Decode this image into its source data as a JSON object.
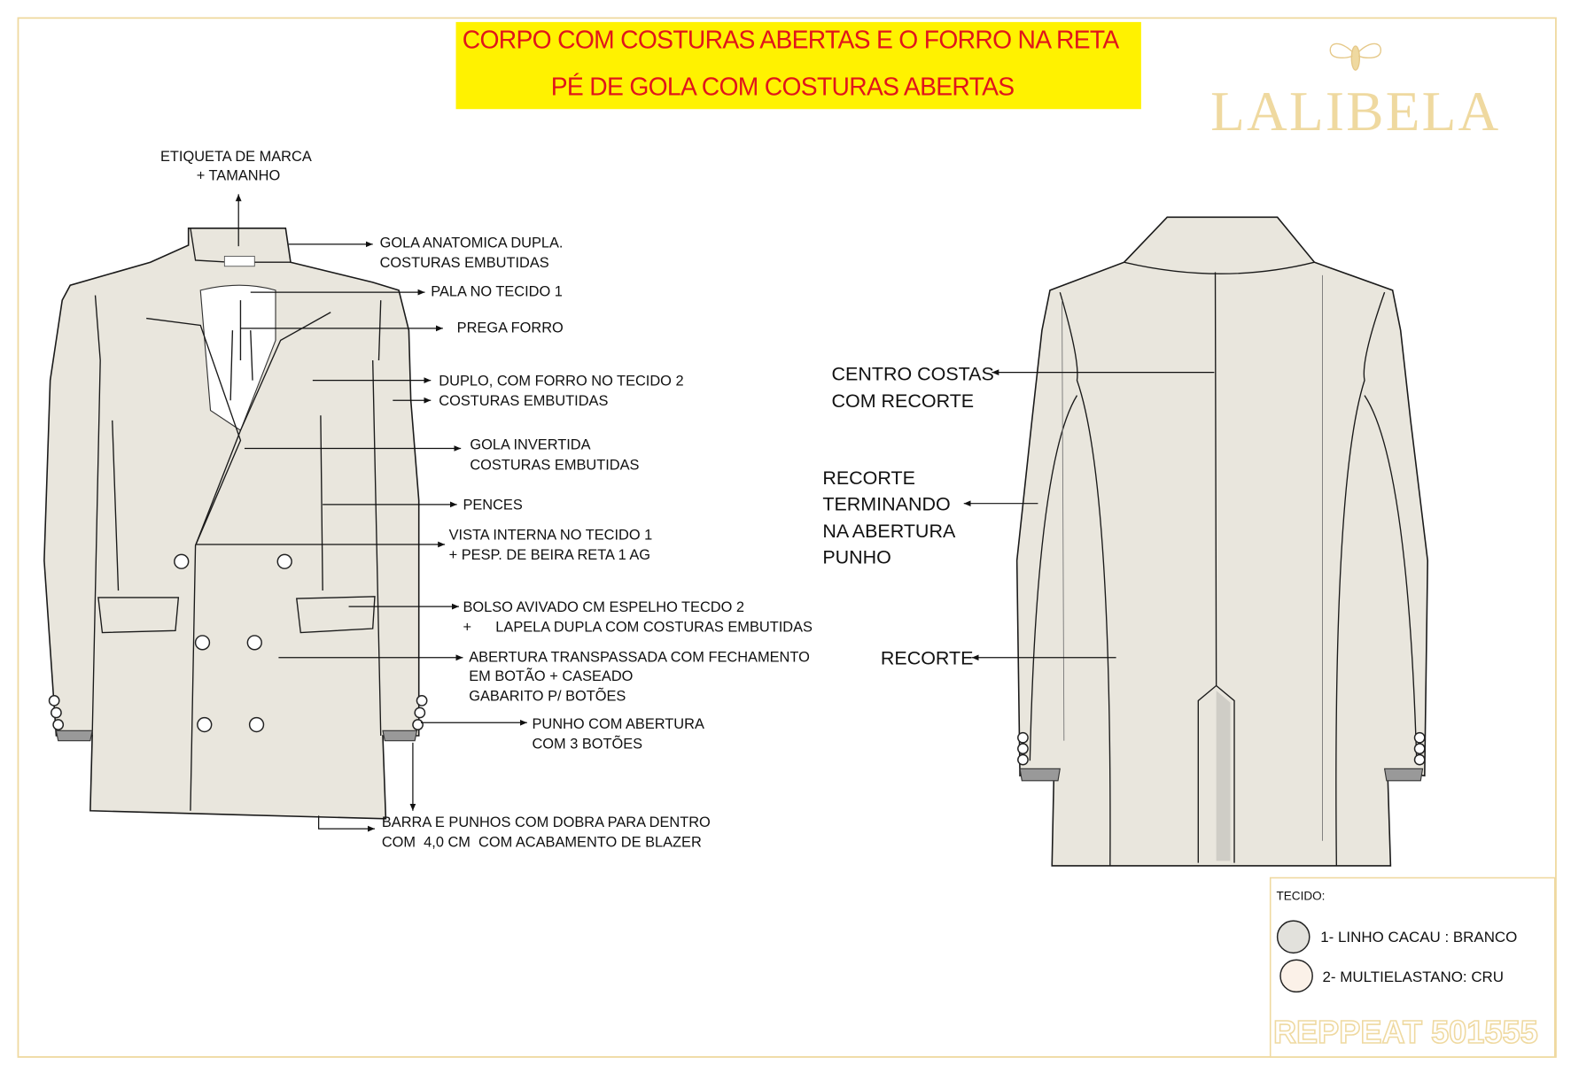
{
  "banner": {
    "line1": "CORPO COM COSTURAS ABERTAS E O FORRO NA RETA",
    "line2": "PÉ DE GOLA COM COSTURAS ABERTAS",
    "background": "#fff200",
    "text_color": "#e0151b"
  },
  "brand": {
    "name": "LALIBELA",
    "color": "#efd9a0",
    "icon": "bee-icon"
  },
  "front_labels": {
    "etiqueta": [
      "ETIQUETA DE MARCA",
      "+ TAMANHO"
    ],
    "gola_anatomica": [
      "GOLA ANATOMICA DUPLA.",
      "COSTURAS EMBUTIDAS"
    ],
    "pala": "PALA NO  TECIDO 1",
    "prega": "PREGA FORRO",
    "duplo": [
      "DUPLO, COM FORRO NO TECIDO 2",
      "COSTURAS EMBUTIDAS"
    ],
    "gola_invertida": [
      "GOLA INVERTIDA",
      "COSTURAS EMBUTIDAS"
    ],
    "pences": "PENCES",
    "vista": [
      "VISTA INTERNA NO  TECIDO 1",
      "+ PESP. DE BEIRA RETA 1 AG"
    ],
    "bolso": [
      "BOLSO AVIVADO CM ESPELHO TECDO 2",
      "+      LAPELA DUPLA COM COSTURAS EMBUTIDAS"
    ],
    "abertura": [
      "ABERTURA TRANSPASSADA COM FECHAMENTO",
      "EM BOTÃO + CASEADO",
      "GABARITO P/ BOTÕES"
    ],
    "punho": [
      "PUNHO COM ABERTURA",
      "COM 3 BOTÕES"
    ],
    "barra": [
      "BARRA E PUNHOS COM DOBRA PARA DENTRO",
      "COM  4,0 CM  COM ACABAMENTO DE BLAZER"
    ]
  },
  "back_labels": {
    "centro": [
      "CENTRO COSTAS",
      "COM RECORTE"
    ],
    "recorte_punho": [
      "RECORTE",
      "TERMINANDO",
      "NA ABERTURA",
      "PUNHO"
    ],
    "recorte": "RECORTE"
  },
  "fabric_legend": {
    "title": "TECIDO:",
    "items": [
      {
        "label": "1- LINHO CACAU : BRANCO",
        "color": "#e2e1dc"
      },
      {
        "label": "2- MULTIELASTANO: CRU",
        "color": "#fbf1e8"
      }
    ]
  },
  "reference": "REPPEAT 501555"
}
